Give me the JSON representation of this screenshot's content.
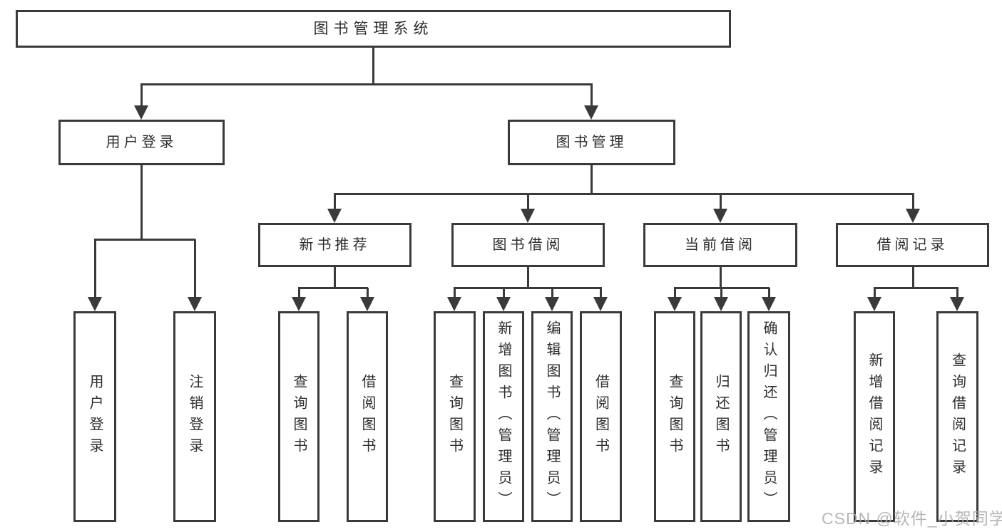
{
  "colors": {
    "background": "#ffffff",
    "line": "#3a3a3a",
    "text": "#2e2e2e",
    "watermark": "#aaaaaa"
  },
  "tree": {
    "root": "图书管理系统",
    "user_login": {
      "label": "用户登录",
      "children": [
        "用户登录",
        "注销登录"
      ]
    },
    "book_mgmt": {
      "label": "图书管理",
      "modules": [
        {
          "label": "新书推荐",
          "children": [
            "查询图书",
            "借阅图书"
          ]
        },
        {
          "label": "图书借阅",
          "children": [
            "查询图书",
            "新增图书（管理员）",
            "编辑图书（管理员）",
            "借阅图书"
          ]
        },
        {
          "label": "当前借阅",
          "children": [
            "查询图书",
            "归还图书",
            "确认归还（管理员）"
          ]
        },
        {
          "label": "借阅记录",
          "children": [
            "新增借阅记录",
            "查询借阅记录"
          ]
        }
      ]
    }
  },
  "watermark": {
    "text": "CSDN @软件_小贺同学"
  }
}
